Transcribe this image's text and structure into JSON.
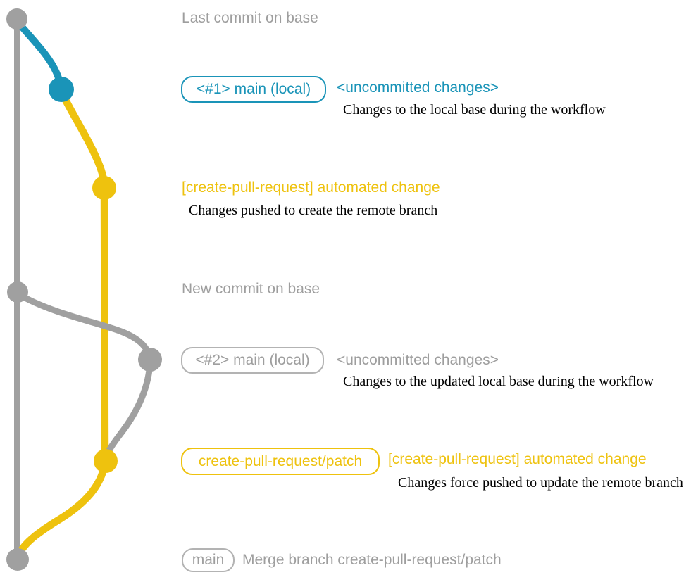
{
  "colors": {
    "background": "#ffffff",
    "gray": "#a0a0a0",
    "gray_text": "#9e9e9e",
    "gray_border": "#b3b3b3",
    "teal": "#1a94b8",
    "yellow": "#eec20e",
    "desc_text": "#000000"
  },
  "headings": {
    "last_commit": "Last commit on base",
    "new_commit": "New commit on base"
  },
  "rows": {
    "r1": {
      "badge": "<#1> main (local)",
      "title": "<uncommitted changes>",
      "desc": "Changes to the local base during the workflow"
    },
    "r2": {
      "title": "[create-pull-request] automated change",
      "desc": "Changes pushed to create the remote branch"
    },
    "r3": {
      "badge": "<#2> main (local)",
      "title": "<uncommitted changes>",
      "desc": "Changes to the updated local base during the workflow"
    },
    "r4": {
      "badge": "create-pull-request/patch",
      "title": "[create-pull-request] automated change",
      "desc": "Changes force pushed to update the remote branch"
    },
    "r5": {
      "badge": "main",
      "note": "Merge branch create-pull-request/patch"
    }
  },
  "graph": {
    "branches": [
      {
        "id": "base",
        "color": "gray"
      },
      {
        "id": "uncommitted-1",
        "color": "teal"
      },
      {
        "id": "create-pull-request-patch",
        "color": "yellow"
      },
      {
        "id": "uncommitted-2",
        "color": "gray"
      }
    ],
    "commits": [
      {
        "id": "last-commit-on-base",
        "color": "gray"
      },
      {
        "id": "local-changes-1",
        "color": "teal"
      },
      {
        "id": "remote-branch-created",
        "color": "yellow"
      },
      {
        "id": "new-commit-on-base",
        "color": "gray"
      },
      {
        "id": "local-changes-2",
        "color": "gray"
      },
      {
        "id": "remote-branch-updated",
        "color": "yellow"
      },
      {
        "id": "merge-commit",
        "color": "gray"
      }
    ]
  }
}
